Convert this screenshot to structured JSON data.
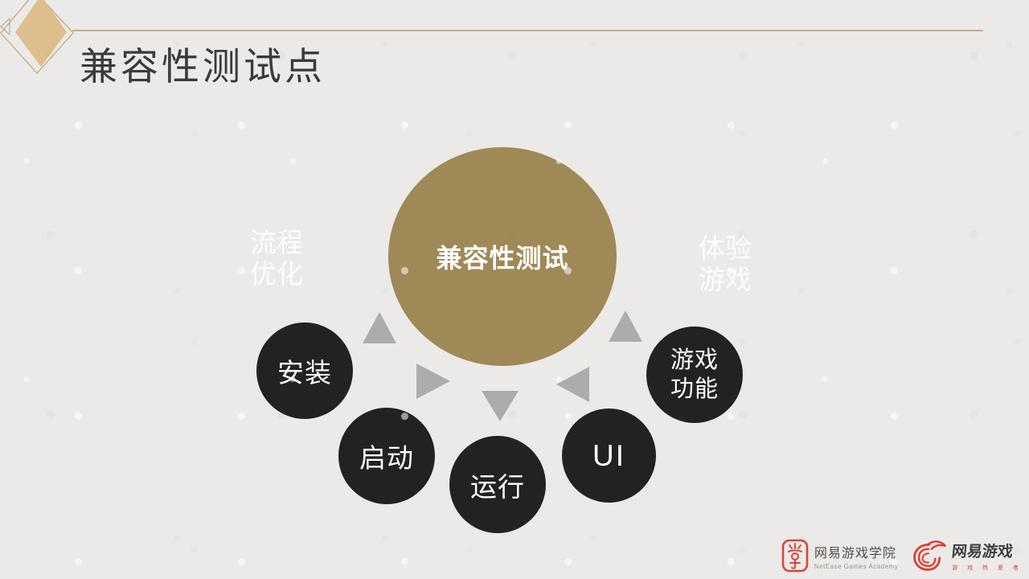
{
  "slide": {
    "title": "兼容性测试点",
    "colors": {
      "background": "#EBEAE8",
      "hub_gold": "#9F8957",
      "diamond_gold": "#DDBE8C",
      "line_gold": "#C6B086",
      "node_black": "#232221",
      "arrow_gray": "#ACACAC",
      "title_text": "#3A3A3A",
      "logo_red": "#D7463C"
    }
  },
  "diagram": {
    "hub": {
      "label": "兼容性测试"
    },
    "left_note": {
      "lines": [
        "流程",
        "优化"
      ]
    },
    "right_note": {
      "lines": [
        "体验",
        "游戏"
      ]
    },
    "nodes": [
      {
        "id": "install",
        "label": "安装"
      },
      {
        "id": "launch",
        "label": "启动"
      },
      {
        "id": "run",
        "label": "运行"
      },
      {
        "id": "ui",
        "label": "UI"
      },
      {
        "id": "game-features",
        "lines": [
          "游戏",
          "功能"
        ]
      }
    ]
  },
  "footer": {
    "academy_logo": {
      "cn": "网易游戏学院",
      "en": "NetEase Games Academy"
    },
    "netease_logo": {
      "cn": "网易游戏",
      "tagline": "游 戏 热 爱 者"
    }
  }
}
